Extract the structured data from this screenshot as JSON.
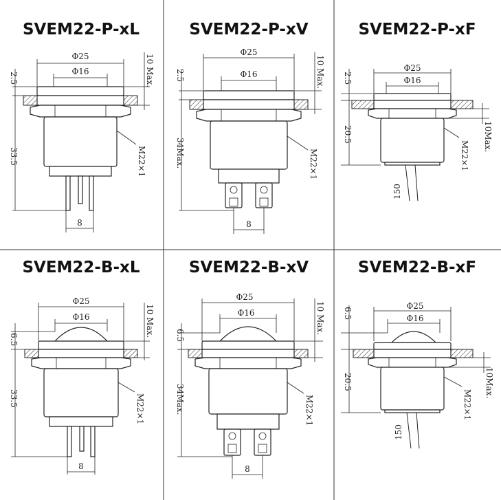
{
  "cells": [
    {
      "title": "SVEM22-P-xL",
      "dims": {
        "outer": "Φ25",
        "inner": "Φ16",
        "left_top": "2.5",
        "left_body": "33.5",
        "right_top": "10 Max.",
        "thread": "M22×1",
        "pitch": "8"
      }
    },
    {
      "title": "SVEM22-P-xV",
      "dims": {
        "outer": "Φ25",
        "inner": "Φ16",
        "left_top": "2.5",
        "left_body": "34Max.",
        "right_top": "10 Max.",
        "thread": "M22×1",
        "pitch": "8"
      }
    },
    {
      "title": "SVEM22-P-xF",
      "dims": {
        "outer": "Φ25",
        "inner": "Φ16",
        "left_top": "2.5",
        "left_body": "20.5",
        "right_top": "10Max.",
        "thread": "M22×1",
        "cable": "150"
      }
    },
    {
      "title": "SVEM22-B-xL",
      "dims": {
        "outer": "Φ25",
        "inner": "Φ16",
        "left_top": "6.5",
        "left_body": "33.5",
        "right_top": "10 Max.",
        "thread": "M22×1",
        "pitch": "8"
      }
    },
    {
      "title": "SVEM22-B-xV",
      "dims": {
        "outer": "Φ25",
        "inner": "Φ16",
        "left_top": "6.5",
        "left_body": "34Max.",
        "right_top": "10 Max.",
        "thread": "M22×1",
        "pitch": "8"
      }
    },
    {
      "title": "SVEM22-B-xF",
      "dims": {
        "outer": "Φ25",
        "inner": "Φ16",
        "left_top": "6.5",
        "left_body": "20.5",
        "right_top": "10Max.",
        "thread": "M22×1",
        "cable": "150"
      }
    }
  ]
}
